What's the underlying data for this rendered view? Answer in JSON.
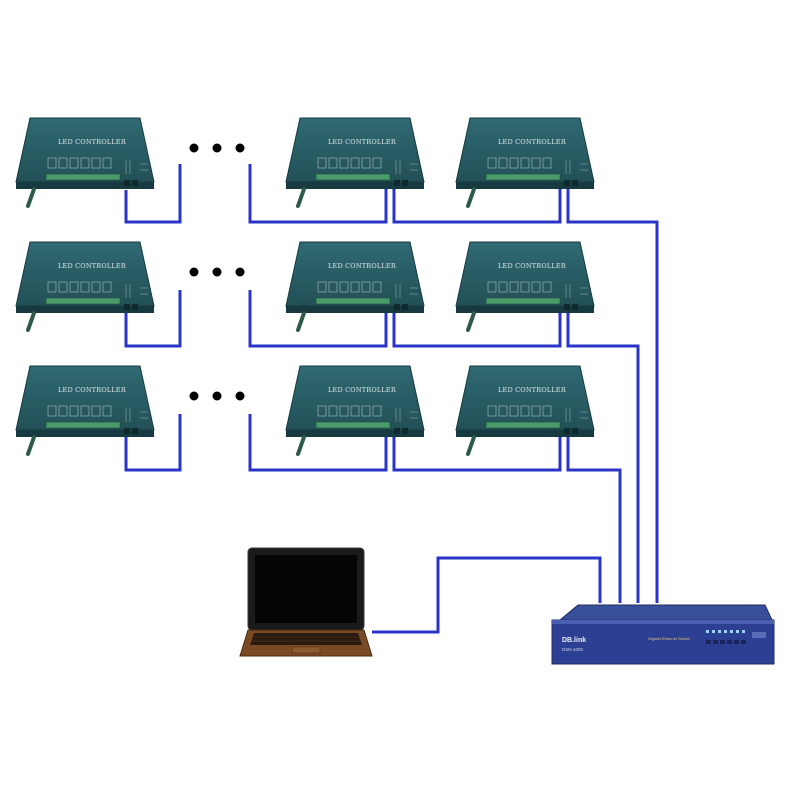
{
  "controllers": {
    "label": "LED CONTROLLER",
    "rows": 3,
    "visible_per_row": 3
  },
  "ellipsis": "• • •",
  "switch": {
    "brand": "DB.link",
    "model": "DSN-1000",
    "caption": "Gigabit Ethernet Switch"
  },
  "colors": {
    "wire": "#2b34c9",
    "controller_body": "#2a5e66",
    "controller_side": "#173d43",
    "switch_body": "#2c3f92"
  },
  "icons": [
    "led-controller-icon",
    "laptop-icon",
    "network-switch-icon"
  ]
}
